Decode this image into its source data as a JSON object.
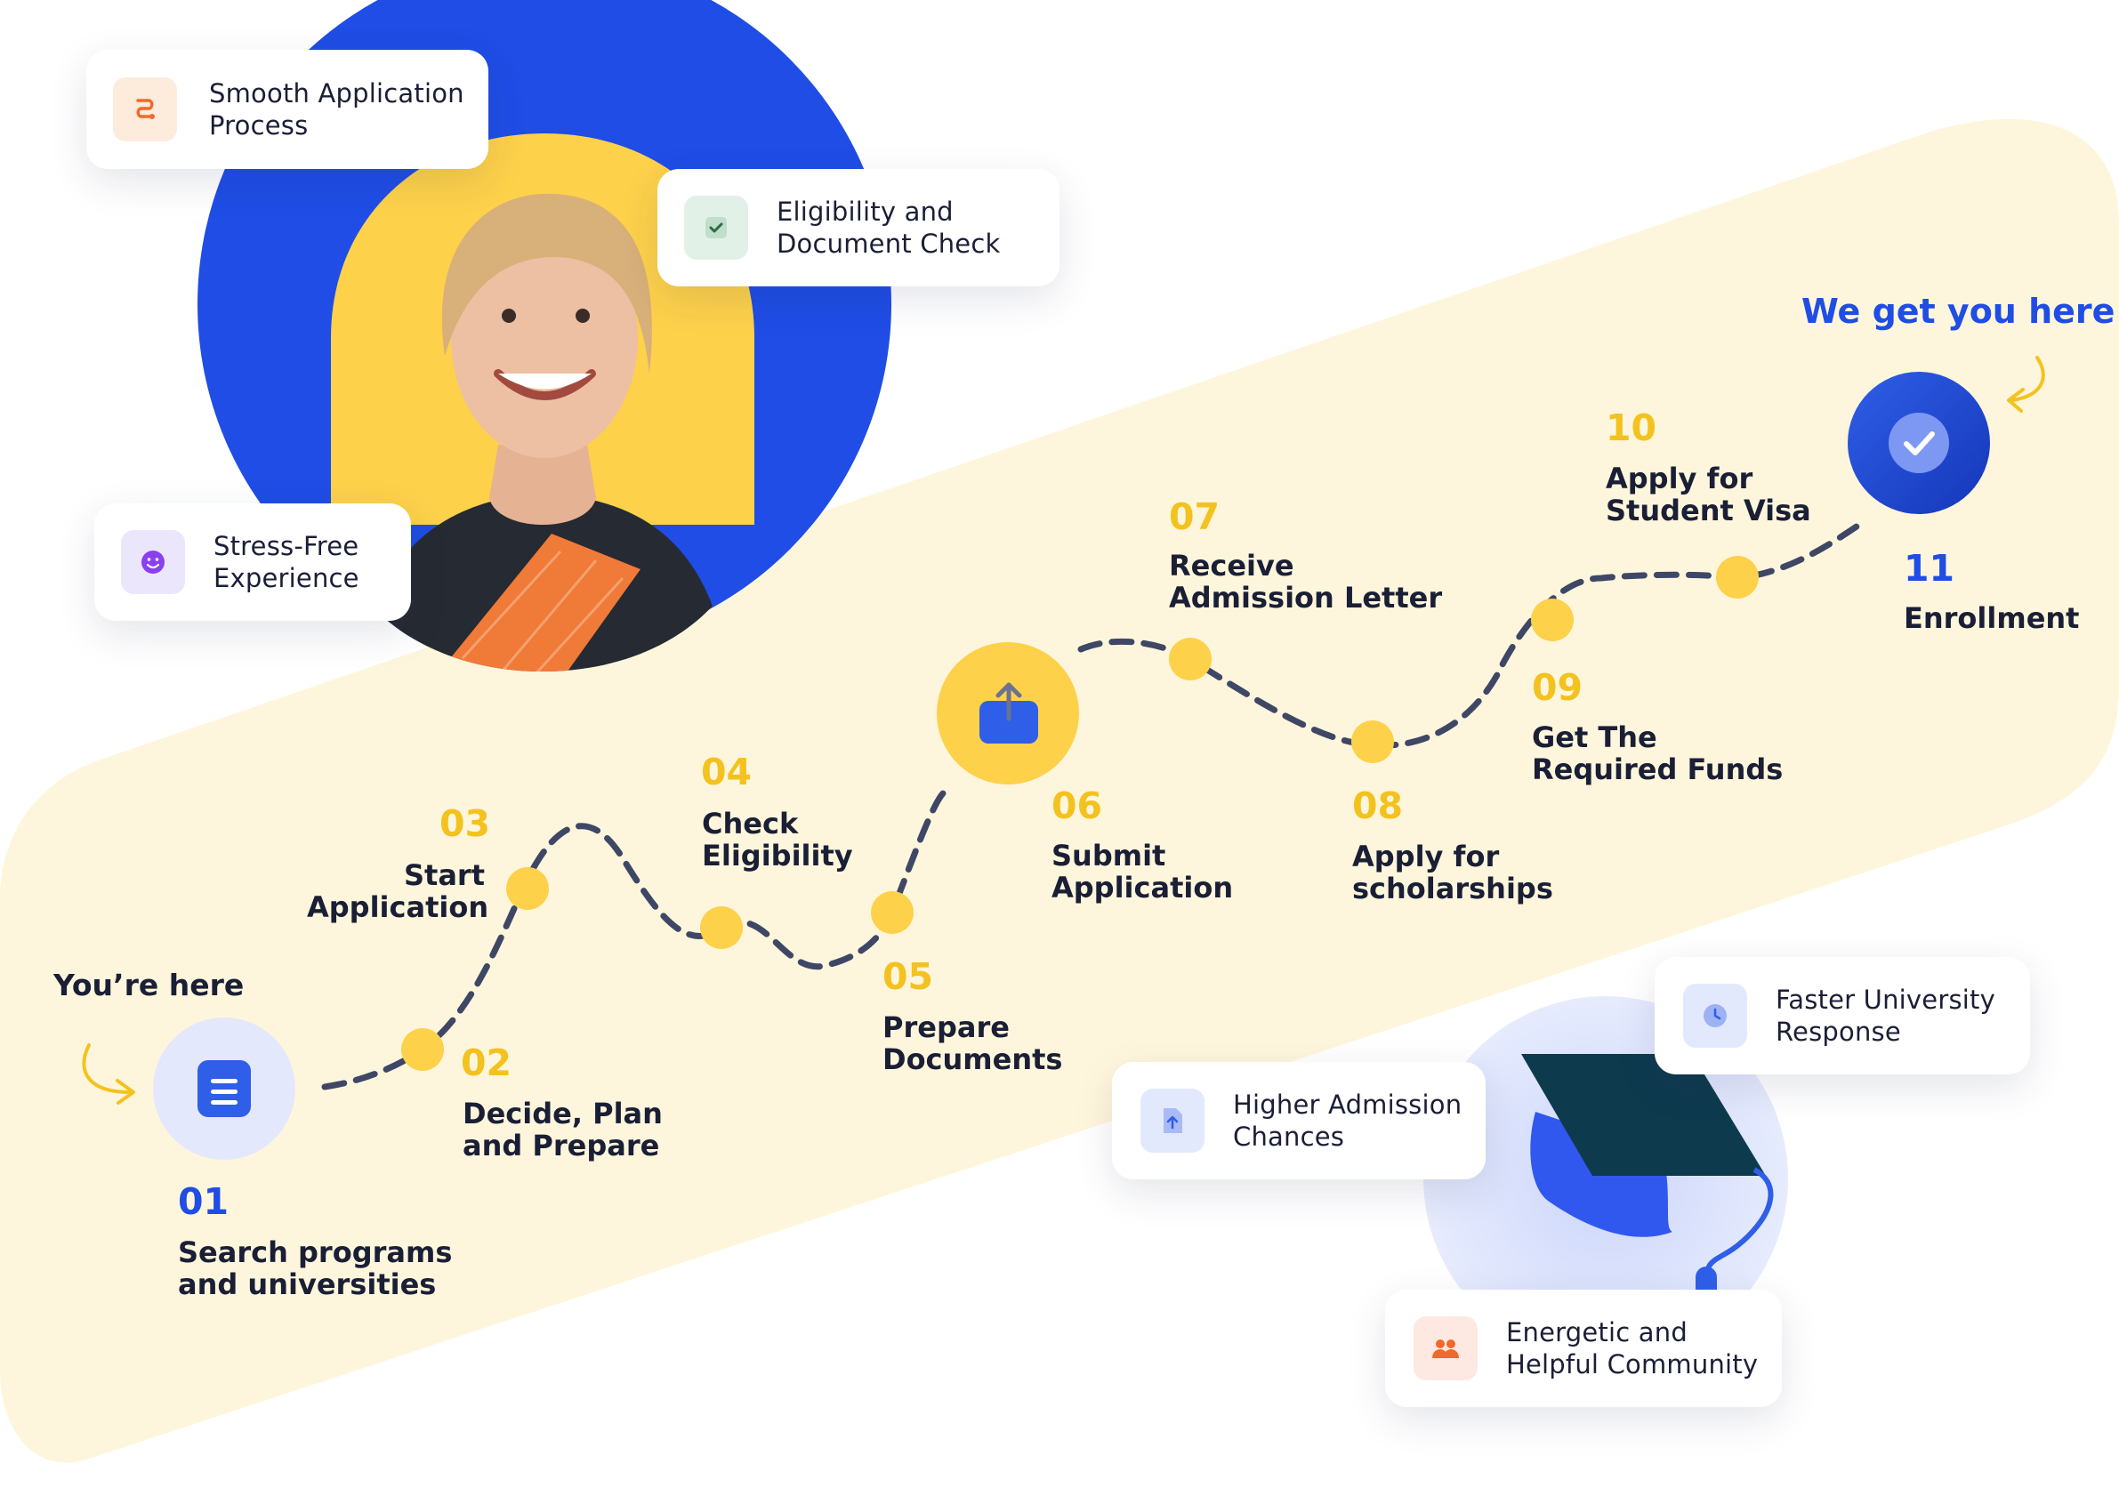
{
  "colors": {
    "accent_yellow": "#f4c21f",
    "accent_blue": "#1f4de5",
    "text_dark": "#1a1f36",
    "path_dash": "#3f4766",
    "band_cream": "#fef6dc"
  },
  "notes": {
    "start": "You’re here",
    "end": "We get you here"
  },
  "feature_cards": [
    {
      "label": "Smooth Application\nProcess",
      "icon": "route-icon",
      "color": "#f06a2a"
    },
    {
      "label": "Eligibility and\nDocument Check",
      "icon": "check-icon",
      "color": "#3d8a5a"
    },
    {
      "label": "Stress-Free\nExperience",
      "icon": "smile-icon",
      "color": "#8a3ff0"
    },
    {
      "label": "Faster University\nResponse",
      "icon": "clock-icon",
      "color": "#2f5fe8"
    },
    {
      "label": "Higher Admission\nChances",
      "icon": "upload-doc-icon",
      "color": "#2f5fe8"
    },
    {
      "label": "Energetic and\nHelpful Community",
      "icon": "community-icon",
      "color": "#f06a2a"
    }
  ],
  "steps": [
    {
      "num": "01",
      "label": "Search programs\nand universities"
    },
    {
      "num": "02",
      "label": "Decide, Plan\nand Prepare"
    },
    {
      "num": "03",
      "label": "Start\nApplication"
    },
    {
      "num": "04",
      "label": "Check\nEligibility"
    },
    {
      "num": "05",
      "label": "Prepare\nDocuments"
    },
    {
      "num": "06",
      "label": "Submit\nApplication"
    },
    {
      "num": "07",
      "label": "Receive\nAdmission Letter"
    },
    {
      "num": "08",
      "label": "Apply for\nscholarships"
    },
    {
      "num": "09",
      "label": "Get The\nRequired Funds"
    },
    {
      "num": "10",
      "label": "Apply for\nStudent Visa"
    },
    {
      "num": "11",
      "label": "Enrollment"
    }
  ],
  "icons": {
    "start": "document-icon",
    "submit": "upload-icon",
    "end": "check-circle-icon",
    "graduation": "graduation-cap-icon"
  }
}
